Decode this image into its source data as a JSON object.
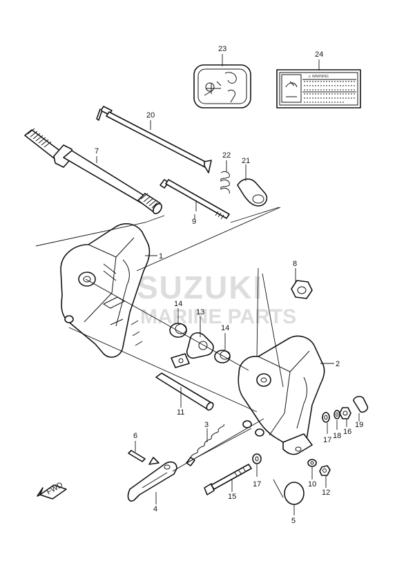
{
  "watermark": {
    "brand": "SUZUKI",
    "sub": "MARINE PARTS"
  },
  "fwd_label": "FWD",
  "label_sticker_heading": "⚠ WARNING",
  "callouts": [
    {
      "id": "c23",
      "text": "23"
    },
    {
      "id": "c24",
      "text": "24"
    },
    {
      "id": "c20",
      "text": "20"
    },
    {
      "id": "c7",
      "text": "7"
    },
    {
      "id": "c22",
      "text": "22"
    },
    {
      "id": "c21",
      "text": "21"
    },
    {
      "id": "c9",
      "text": "9"
    },
    {
      "id": "c1",
      "text": "1"
    },
    {
      "id": "c8",
      "text": "8"
    },
    {
      "id": "c14a",
      "text": "14"
    },
    {
      "id": "c13",
      "text": "13"
    },
    {
      "id": "c14b",
      "text": "14"
    },
    {
      "id": "c2",
      "text": "2"
    },
    {
      "id": "c11",
      "text": "11"
    },
    {
      "id": "c3",
      "text": "3"
    },
    {
      "id": "c6",
      "text": "6"
    },
    {
      "id": "c17a",
      "text": "17"
    },
    {
      "id": "c18",
      "text": "18"
    },
    {
      "id": "c16",
      "text": "16"
    },
    {
      "id": "c19",
      "text": "19"
    },
    {
      "id": "c17b",
      "text": "17"
    },
    {
      "id": "c10",
      "text": "10"
    },
    {
      "id": "c15",
      "text": "15"
    },
    {
      "id": "c12",
      "text": "12"
    },
    {
      "id": "c4",
      "text": "4"
    },
    {
      "id": "c5",
      "text": "5"
    }
  ]
}
